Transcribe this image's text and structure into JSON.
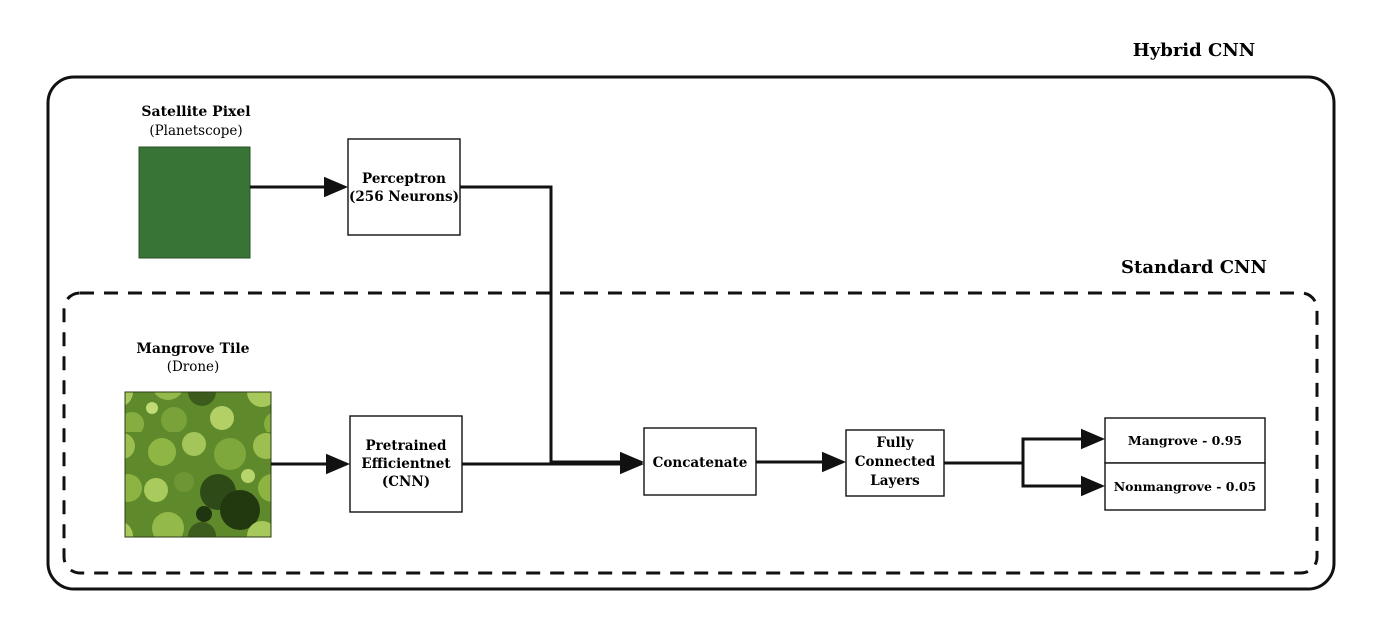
{
  "diagram": {
    "hybrid_title": "Hybrid CNN",
    "standard_title": "Standard CNN",
    "satellite": {
      "title": "Satellite Pixel",
      "subtitle": "(Planetscope)",
      "color": "#387436"
    },
    "mangrove_tile": {
      "title": "Mangrove  Tile",
      "subtitle": "(Drone)"
    },
    "perceptron": {
      "line1": "Perceptron",
      "line2": "(256 Neurons)"
    },
    "efficientnet": {
      "line1": "Pretrained",
      "line2": "Efficientnet",
      "line3": "(CNN)"
    },
    "concatenate": "Concatenate",
    "fully_connected": {
      "line1": "Fully",
      "line2": "Connected",
      "line3": "Layers"
    },
    "outputs": {
      "mangrove": "Mangrove - 0.95",
      "nonmangrove": "Nonmangrove - 0.05"
    }
  }
}
